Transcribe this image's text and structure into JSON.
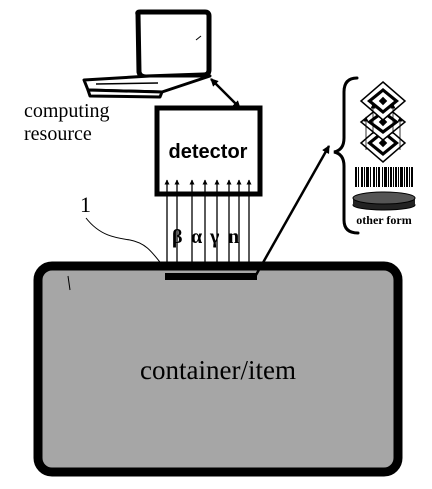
{
  "labels": {
    "computing_resource_line1": "computing",
    "computing_resource_line2": "resource",
    "detector": "detector",
    "reference_numeral": "1",
    "radiation_beta": "β",
    "radiation_alpha": "α",
    "radiation_gamma": "γ",
    "radiation_n": "n",
    "other_form": "other form",
    "container": "container/item"
  },
  "colors": {
    "container_fill": "#a6a6a6",
    "stroke": "#000000",
    "background": "#ffffff"
  },
  "icons": {
    "computer": "laptop-computer-icon",
    "qr_codes": "stacked-qr-code-icon",
    "barcode": "barcode-icon",
    "disc": "disc-icon"
  }
}
